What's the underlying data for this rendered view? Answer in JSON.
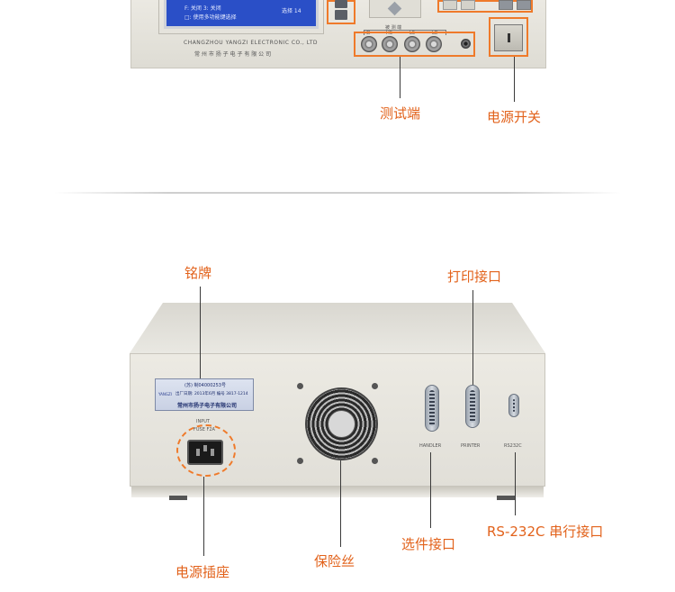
{
  "front": {
    "screen_line1": "F: 关闭          3: 关闭",
    "screen_line2": "□: 使用多功能键选择",
    "screen_right": "选择 14",
    "brand_en": "CHANGZHOU YANGZI ELECTRONIC CO., LTD",
    "brand_cn": "常 州 市 扬 子 电 子 有 限 公 司",
    "terminal_caption": "被 测 端",
    "terminal_labels": [
      "HD",
      "HS",
      "LS",
      "LD"
    ]
  },
  "callouts": {
    "test_terminal": "测试端",
    "power_switch": "电源开关",
    "nameplate": "铭牌",
    "printer_port": "打印接口",
    "handler_port": "选件接口",
    "rs232_port": "RS-232C 串行接口",
    "fuse": "保险丝",
    "power_socket": "电源插座"
  },
  "rear": {
    "nameplate_line1": "(苏) 制04000253号",
    "nameplate_line2": "出厂日期: 2013年6月  编号 3817-1214",
    "nameplate_line3": "常州市扬子电子有限公司",
    "nameplate_brand": "YANGZI",
    "input_label": "INPUT",
    "fuse_label": "FUSE F2A",
    "handler_label": "HANDLER",
    "printer_label": "PRINTER",
    "rs232_label": "RS232C"
  },
  "colors": {
    "accent_orange": "#ef7a2a",
    "label_orange": "#e2621b",
    "panel_grey": "#e6e4dc"
  }
}
